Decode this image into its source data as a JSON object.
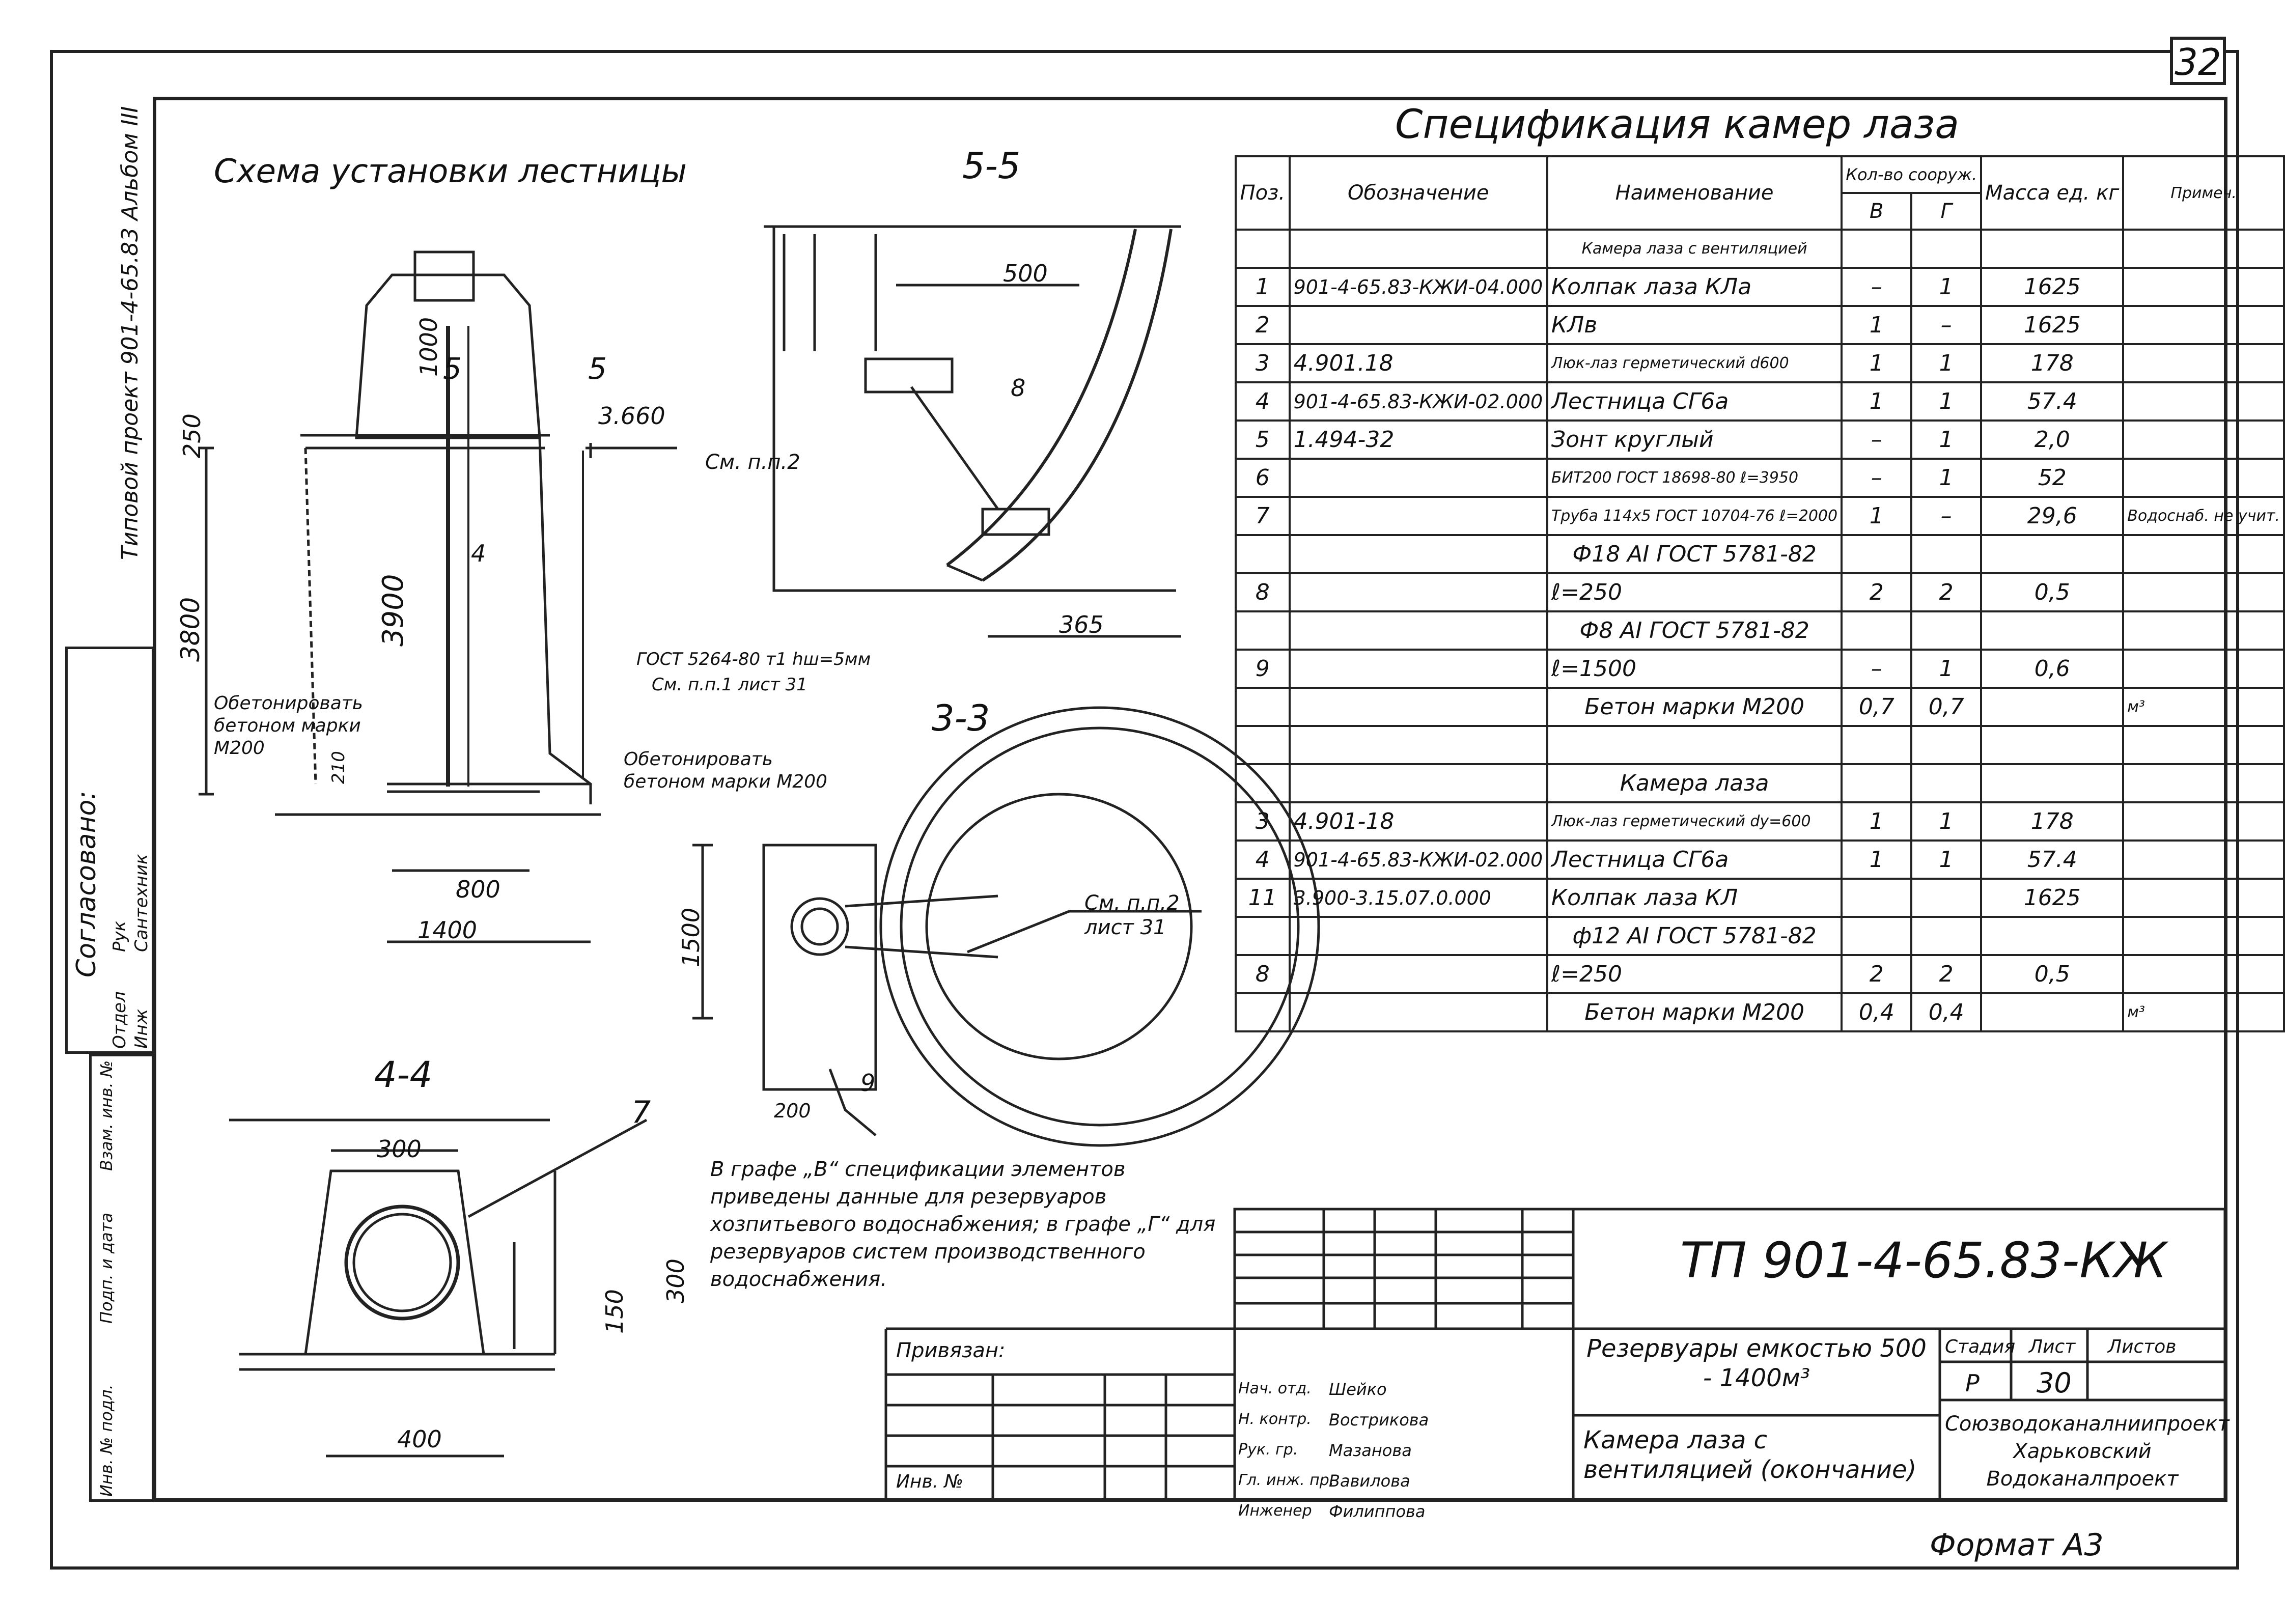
{
  "sheet_number": "32",
  "format_label": "Формат А3",
  "side_label": "Типовой проект 901-4-65.83 Альбом III",
  "agreed_label": "Согласовано:",
  "agreed_rows": [
    {
      "dept": "Отдел",
      "name": "Рук"
    },
    {
      "dept": "Инж",
      "name": "Сантехник"
    }
  ],
  "sidebar_labels": [
    "Инв. № подл.",
    "Подп. и дата",
    "Взам. инв. №"
  ],
  "drawings": {
    "ladder_title": "Схема установки лестницы",
    "section_55": "5-5",
    "section_33": "3-3",
    "section_44": "4-4",
    "dims": {
      "d1000": "1000",
      "d3900": "3900",
      "d3800": "3800",
      "d250": "250",
      "d3660": "3.660",
      "d800": "800",
      "d1400": "1400",
      "d200": "200",
      "d500": "500",
      "d365": "365",
      "d1500": "1500",
      "d300": "300",
      "d400": "400",
      "d380": "300",
      "d150": "150",
      "d210": "210",
      "d5": "5",
      "d5b": "5",
      "d4": "4",
      "d8": "8",
      "d9": "9",
      "d7": "7"
    },
    "callouts": {
      "concrete_1": "Обетонировать бетоном марки М200",
      "concrete_2": "Обетонировать бетоном марки М200",
      "see_pp2": "См. п.п.2",
      "see_pp2_list": "См. п.п.2 лист 31",
      "gost_weld": "ГОСТ 5264-80 т1 hш=5мм",
      "see_pp1": "См. п.п.1 лист 31"
    }
  },
  "spec": {
    "title": "Спецификация камер лаза",
    "headers": {
      "pos": "Поз.",
      "designation": "Обозначение",
      "name": "Наименование",
      "qty": "Кол-во сооруж.",
      "qty_b": "В",
      "qty_g": "Г",
      "mass": "Масса ед. кг",
      "note": "Примеч."
    },
    "rows": [
      {
        "pos": "",
        "designation": "",
        "name": "Камера лаза с вентиляцией",
        "b": "",
        "g": "",
        "mass": "",
        "note": ""
      },
      {
        "pos": "1",
        "designation": "901-4-65.83-КЖИ-04.000",
        "name": "Колпак лаза  КЛа",
        "b": "–",
        "g": "1",
        "mass": "1625",
        "note": ""
      },
      {
        "pos": "2",
        "designation": "",
        "name": "КЛв",
        "b": "1",
        "g": "–",
        "mass": "1625",
        "note": ""
      },
      {
        "pos": "3",
        "designation": "4.901.18",
        "name": "Люк-лаз герметический d600",
        "b": "1",
        "g": "1",
        "mass": "178",
        "note": ""
      },
      {
        "pos": "4",
        "designation": "901-4-65.83-КЖИ-02.000",
        "name": "Лестница СГ6а",
        "b": "1",
        "g": "1",
        "mass": "57.4",
        "note": ""
      },
      {
        "pos": "5",
        "designation": "1.494-32",
        "name": "Зонт круглый",
        "b": "–",
        "g": "1",
        "mass": "2,0",
        "note": ""
      },
      {
        "pos": "6",
        "designation": "",
        "name": "БИТ200 ГОСТ 18698-80  ℓ=3950",
        "b": "–",
        "g": "1",
        "mass": "52",
        "note": ""
      },
      {
        "pos": "7",
        "designation": "",
        "name": "Труба 114х5 ГОСТ 10704-76  ℓ=2000",
        "b": "1",
        "g": "–",
        "mass": "29,6",
        "note": "Водоснаб. не учит."
      },
      {
        "pos": "",
        "designation": "",
        "name": "Ф18 АI  ГОСТ 5781-82",
        "b": "",
        "g": "",
        "mass": "",
        "note": ""
      },
      {
        "pos": "8",
        "designation": "",
        "name": "ℓ=250",
        "b": "2",
        "g": "2",
        "mass": "0,5",
        "note": ""
      },
      {
        "pos": "",
        "designation": "",
        "name": "Ф8 АI  ГОСТ 5781-82",
        "b": "",
        "g": "",
        "mass": "",
        "note": ""
      },
      {
        "pos": "9",
        "designation": "",
        "name": "ℓ=1500",
        "b": "–",
        "g": "1",
        "mass": "0,6",
        "note": ""
      },
      {
        "pos": "",
        "designation": "",
        "name": "Бетон марки М200",
        "b": "0,7",
        "g": "0,7",
        "mass": "",
        "note": "м³"
      },
      {
        "pos": "",
        "designation": "",
        "name": "",
        "b": "",
        "g": "",
        "mass": "",
        "note": ""
      },
      {
        "pos": "",
        "designation": "",
        "name": "Камера лаза",
        "b": "",
        "g": "",
        "mass": "",
        "note": ""
      },
      {
        "pos": "3",
        "designation": "4.901-18",
        "name": "Люк-лаз герметический dy=600",
        "b": "1",
        "g": "1",
        "mass": "178",
        "note": ""
      },
      {
        "pos": "4",
        "designation": "901-4-65.83-КЖИ-02.000",
        "name": "Лестница СГ6а",
        "b": "1",
        "g": "1",
        "mass": "57.4",
        "note": ""
      },
      {
        "pos": "11",
        "designation": "3.900-3.15.07.0.000",
        "name": "Колпак лаза  КЛ",
        "b": "",
        "g": "",
        "mass": "1625",
        "note": ""
      },
      {
        "pos": "",
        "designation": "",
        "name": "ф12 АI  ГОСТ 5781-82",
        "b": "",
        "g": "",
        "mass": "",
        "note": ""
      },
      {
        "pos": "8",
        "designation": "",
        "name": "ℓ=250",
        "b": "2",
        "g": "2",
        "mass": "0,5",
        "note": ""
      },
      {
        "pos": "",
        "designation": "",
        "name": "Бетон марки М200",
        "b": "0,4",
        "g": "0,4",
        "mass": "",
        "note": "м³"
      }
    ]
  },
  "note_text": "В графе „В“ спецификации элементов приведены данные для резервуаров хозпитьевого водоснабжения; в графе „Г“ для резервуаров систем производственного водоснабжения.",
  "title_block": {
    "doc_code": "ТП 901-4-65.83-КЖ",
    "binding_label": "Привязан:",
    "inv_label": "Инв. №",
    "object_title": "Резервуары емкостью 500 - 1400м³",
    "sheet_title": "Камера лаза с вентиляцией (окончание)",
    "stage_label": "Стадия",
    "sheet_label": "Лист",
    "sheets_label": "Листов",
    "stage_value": "Р",
    "sheet_value": "30",
    "sheets_value": "",
    "org": "Союзводоканалниипроект Харьковский Водоканалпроект",
    "people": [
      {
        "role": "Нач. отд.",
        "name": "Шейко"
      },
      {
        "role": "Н. контр.",
        "name": "Вострикова"
      },
      {
        "role": "Рук. гр.",
        "name": "Мазанова"
      },
      {
        "role": "Гл. инж. пр.",
        "name": "Вавилова"
      },
      {
        "role": "Инженер",
        "name": "Филиппова"
      }
    ]
  }
}
